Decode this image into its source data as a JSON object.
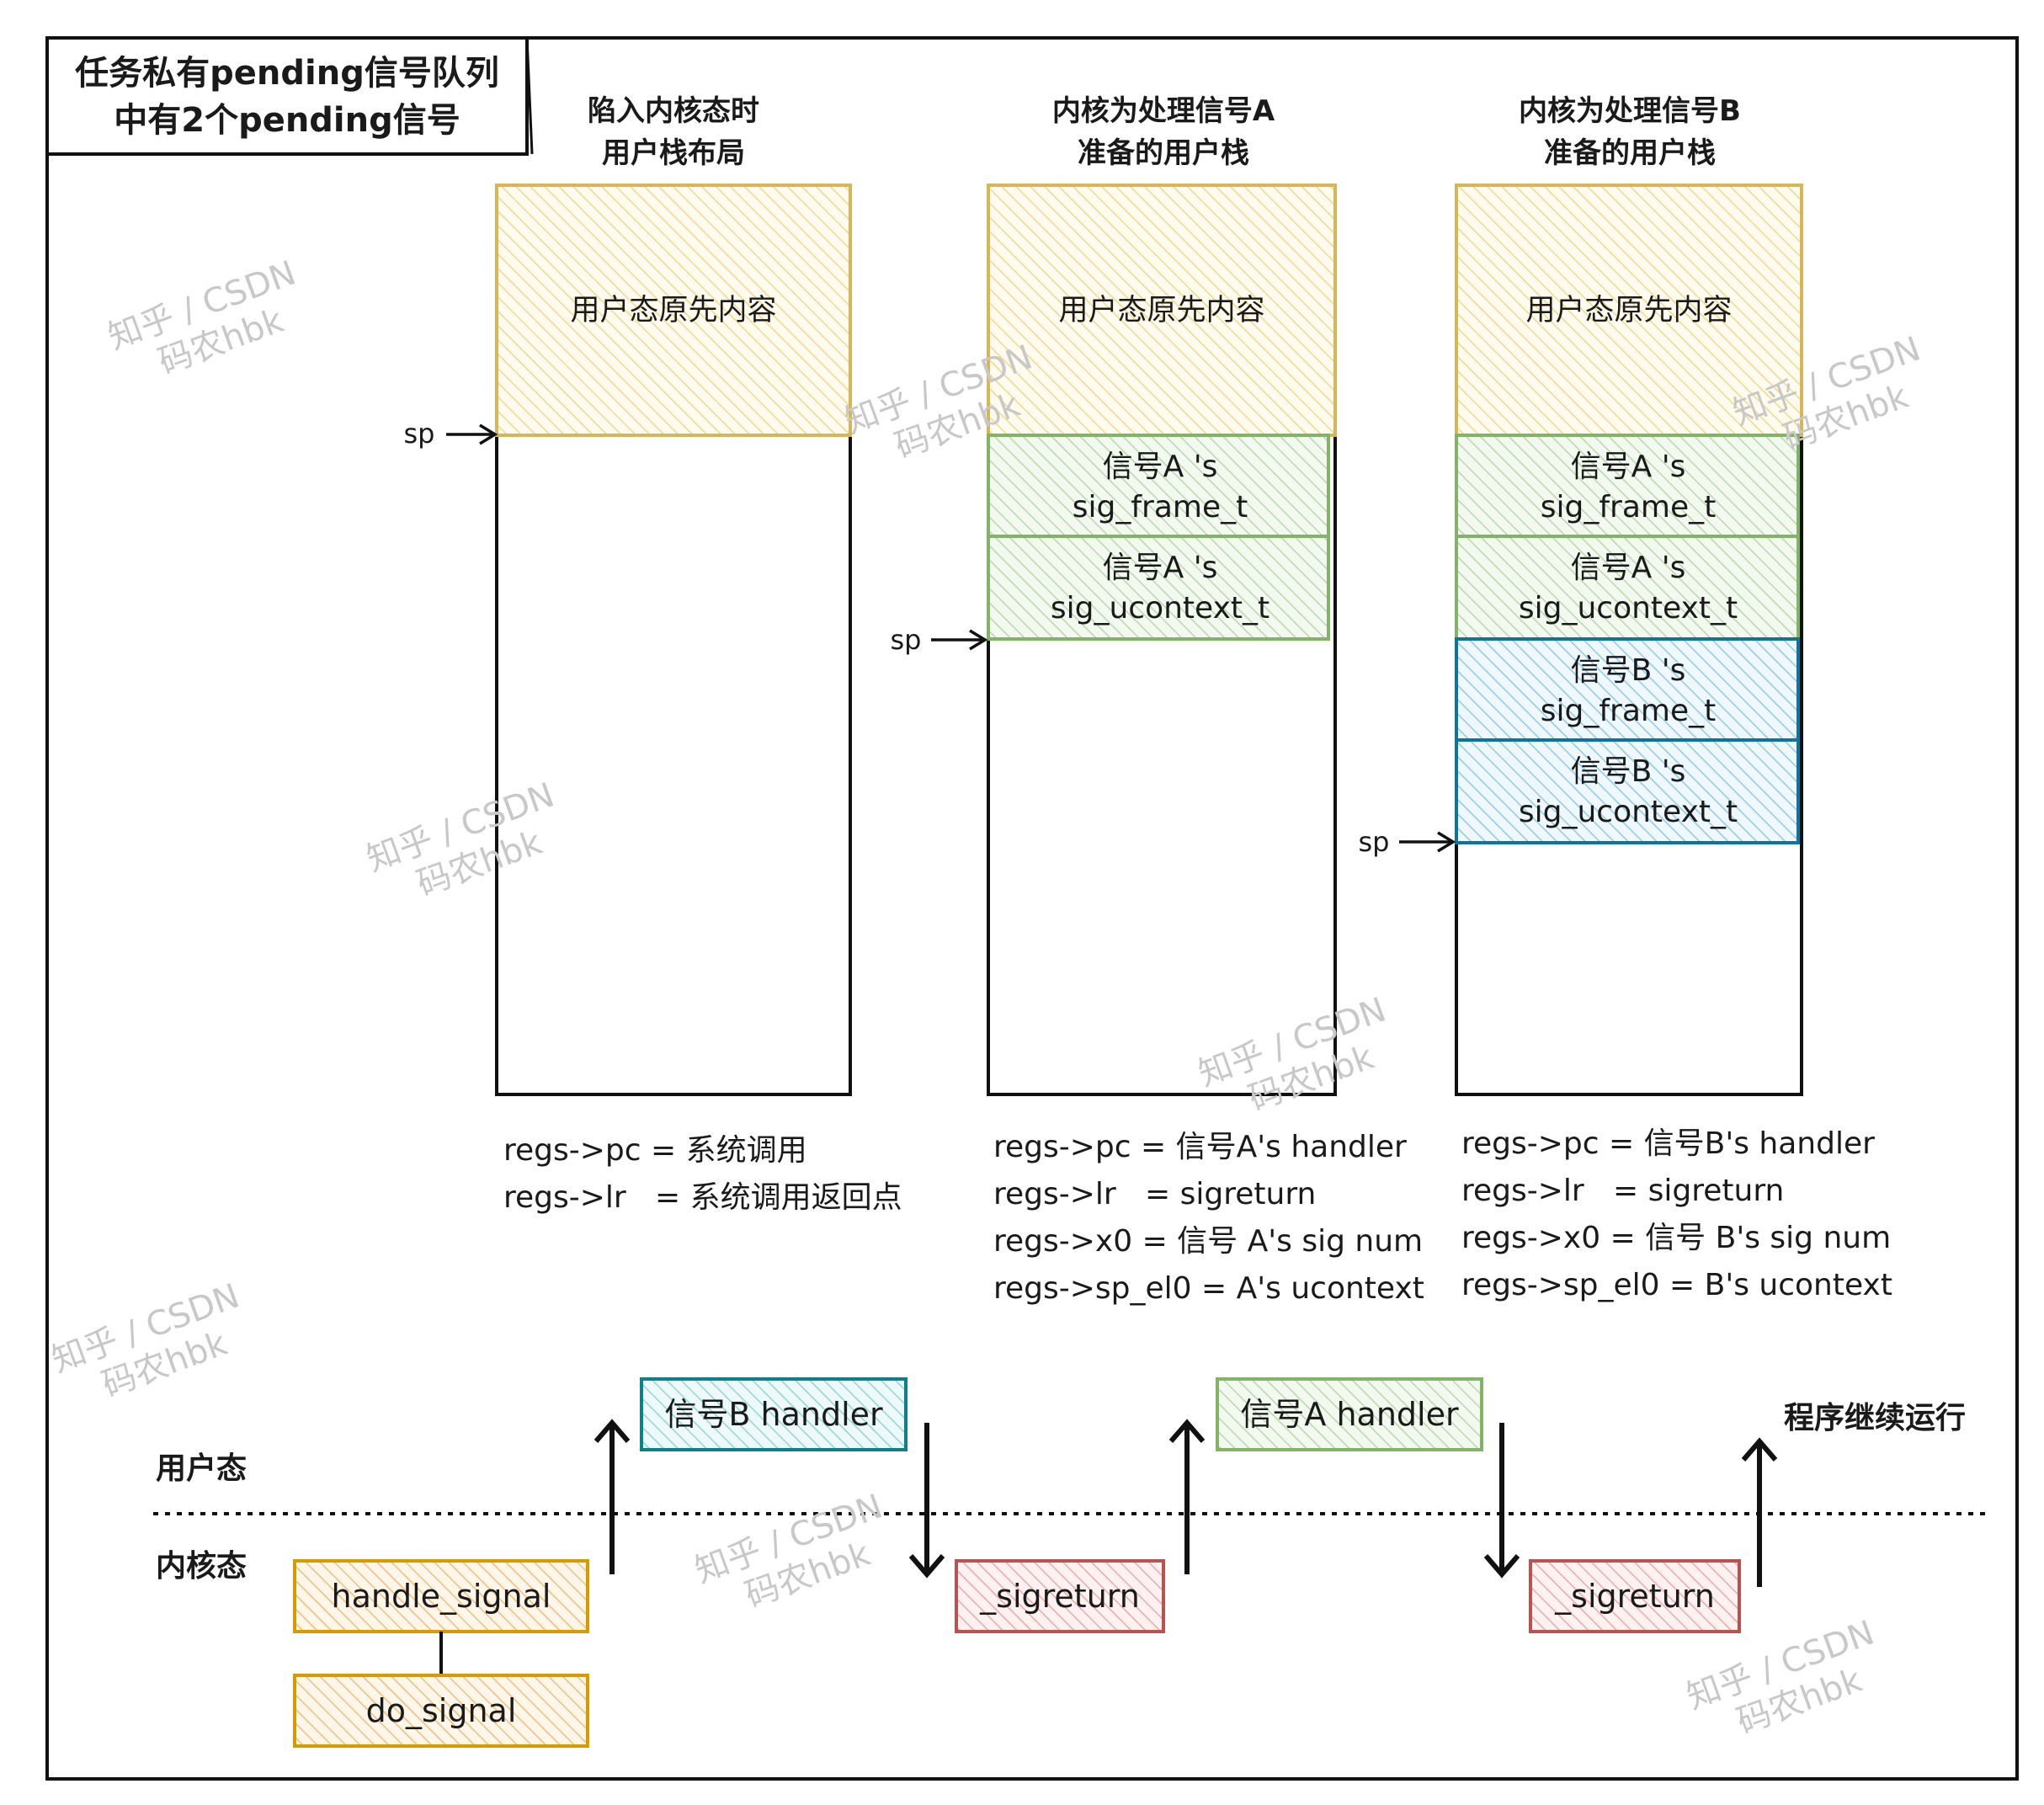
{
  "title": {
    "line1": "任务私有pending信号队列",
    "line2": "中有2个pending信号"
  },
  "columns": [
    {
      "header1": "陷入内核态时",
      "header2": "用户栈布局",
      "top_block": "用户态原先内容",
      "frames": [],
      "sp_label": "sp",
      "regs": [
        "regs->pc = 系统调用",
        "regs->lr   = 系统调用返回点"
      ]
    },
    {
      "header1": "内核为处理信号A",
      "header2": "准备的用户栈",
      "top_block": "用户态原先内容",
      "frames": [
        {
          "line1": "信号A 's",
          "line2": "sig_frame_t"
        },
        {
          "line1": "信号A 's",
          "line2": "sig_ucontext_t"
        }
      ],
      "sp_label": "sp",
      "regs": [
        "regs->pc = 信号A's handler",
        "regs->lr   = sigreturn",
        "regs->x0 = 信号 A's sig num",
        "regs->sp_el0 = A's ucontext"
      ]
    },
    {
      "header1": "内核为处理信号B",
      "header2": "准备的用户栈",
      "top_block": "用户态原先内容",
      "frames": [
        {
          "line1": "信号A 's",
          "line2": "sig_frame_t"
        },
        {
          "line1": "信号A 's",
          "line2": "sig_ucontext_t"
        },
        {
          "line1": "信号B 's",
          "line2": "sig_frame_t"
        },
        {
          "line1": "信号B 's",
          "line2": "sig_ucontext_t"
        }
      ],
      "sp_label": "sp",
      "regs": [
        "regs->pc = 信号B's handler",
        "regs->lr   = sigreturn",
        "regs->x0 = 信号 B's sig num",
        "regs->sp_el0 = B's ucontext"
      ]
    }
  ],
  "flow": {
    "user_mode_label": "用户态",
    "kernel_mode_label": "内核态",
    "handle_signal": "handle_signal",
    "do_signal": "do_signal",
    "handler_b": "信号B handler",
    "sigreturn_1": "_sigreturn",
    "handler_a": "信号A handler",
    "sigreturn_2": "_sigreturn",
    "continue_label": "程序继续运行"
  },
  "watermark": {
    "line1": "知乎 / CSDN",
    "line2": "码农hbk"
  },
  "colors": {
    "yellow_stroke": "#d6b656",
    "yellow_fill": "#fff2cc",
    "green_stroke": "#82b366",
    "green_fill": "#d5e8d4",
    "blue_stroke": "#10739e",
    "blue_fill": "#b1ddf0",
    "teal_stroke": "#0e8088",
    "teal_fill": "#b0e3e6",
    "orange_stroke": "#d79b00",
    "orange_fill": "#ffe6cc",
    "red_stroke": "#b85450",
    "red_fill": "#f8cecc"
  }
}
